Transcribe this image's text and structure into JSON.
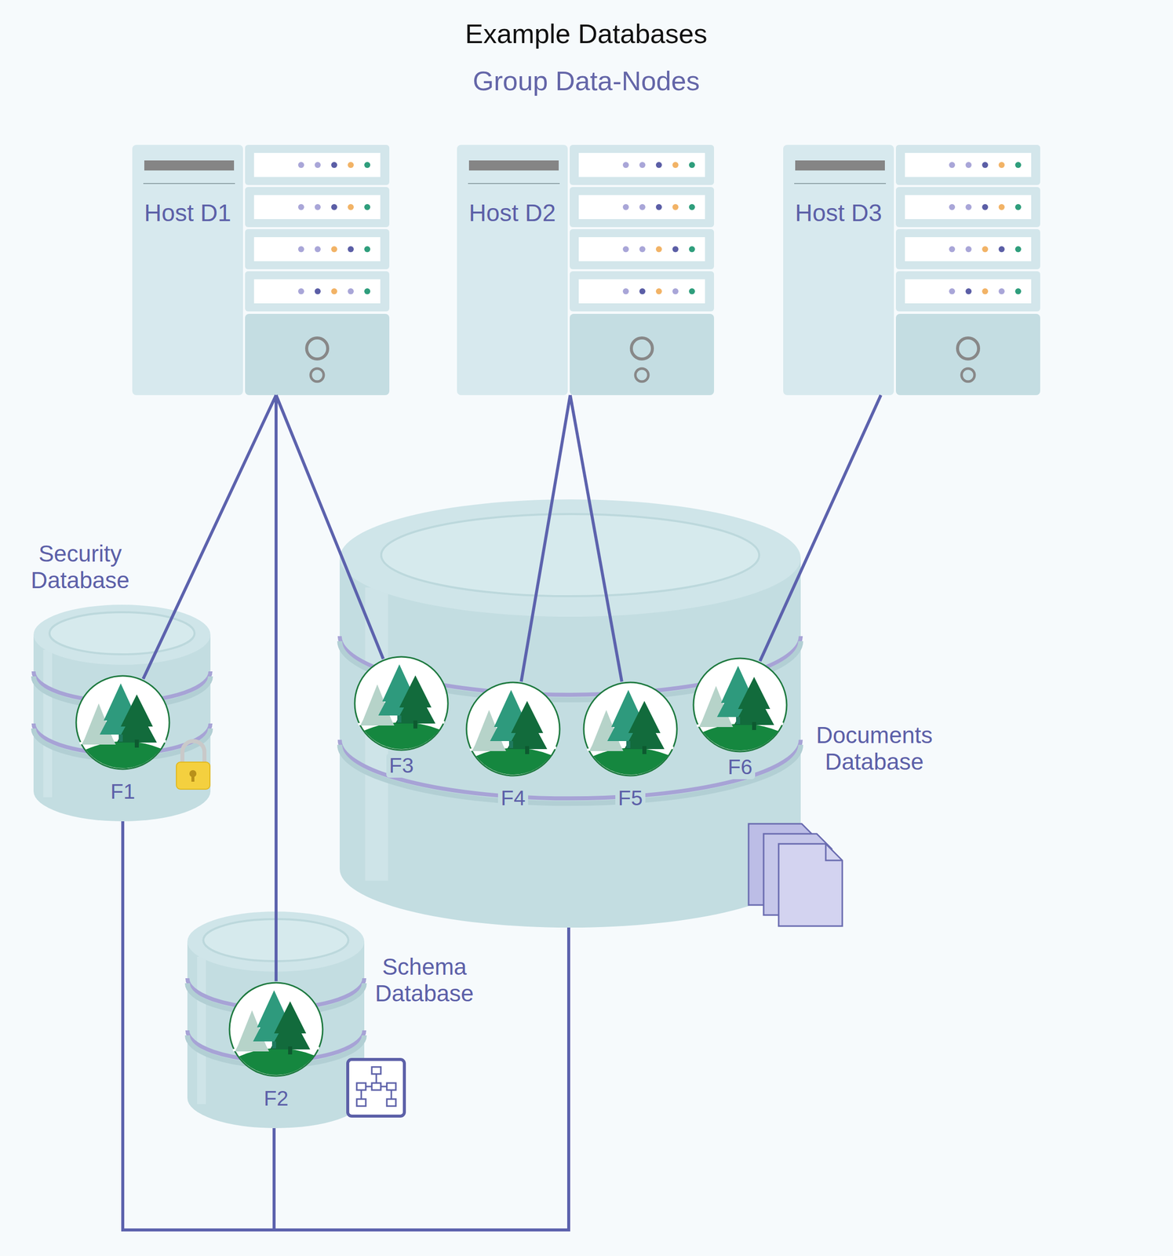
{
  "diagram": {
    "title": "Example Databases",
    "nodes": [
      {
        "text": [
          "Host D1"
        ]
      },
      {
        "text": [
          "Host D2"
        ]
      },
      {
        "text": [
          "Host D3"
        ]
      },
      {
        "text": [
          "Security Database"
        ]
      },
      {
        "text": [
          "F1"
        ],
        "in": 3
      },
      {
        "text": [
          "Documents Database"
        ]
      },
      {
        "text": [
          "F3"
        ],
        "in": 5
      },
      {
        "text": [
          "F4"
        ],
        "in": 5
      },
      {
        "text": [
          "F5"
        ],
        "in": 5
      },
      {
        "text": [
          "F6"
        ],
        "in": 5
      },
      {
        "text": [
          "Schema Database"
        ]
      },
      {
        "text": [
          "F2"
        ],
        "in": 10
      }
    ],
    "edges": [
      {
        "from": 0,
        "to": 4,
        "arrow": "none"
      },
      {
        "from": 0,
        "to": 6,
        "arrow": "none"
      },
      {
        "from": 0,
        "to": 11,
        "arrow": "none"
      },
      {
        "from": 1,
        "to": 7,
        "arrow": "none"
      },
      {
        "from": 1,
        "to": 8,
        "arrow": "none"
      },
      {
        "from": 2,
        "to": 9,
        "arrow": "none"
      },
      {
        "from": 3,
        "to": 10,
        "arrow": "none"
      },
      {
        "from": 10,
        "to": 5,
        "arrow": "none"
      }
    ],
    "labels": [
      "Group Data-Nodes"
    ]
  }
}
